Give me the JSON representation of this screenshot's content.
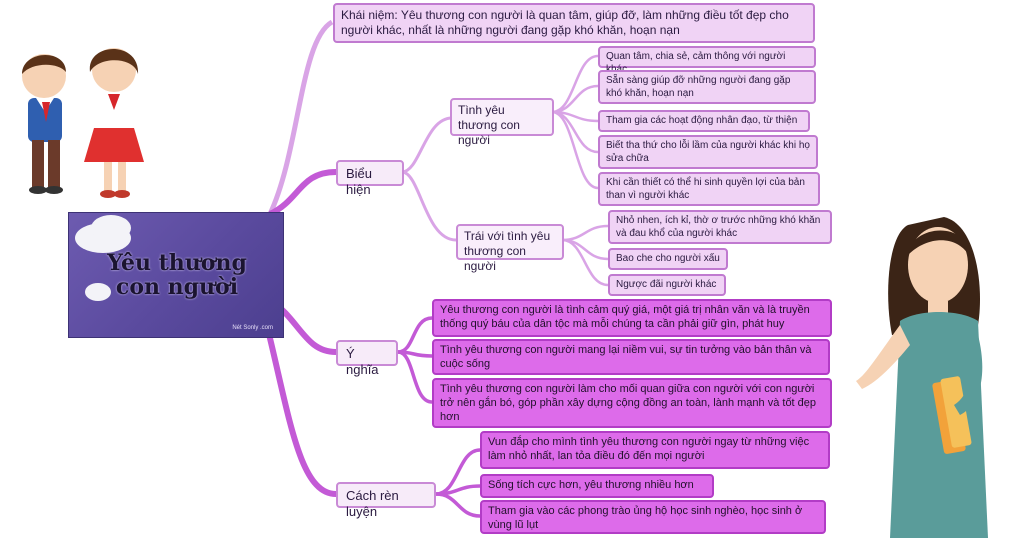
{
  "center": {
    "title_line1": "Yêu thương",
    "title_line2": "con người",
    "footnote": "Nét Sonly .com"
  },
  "concept": {
    "text": "Khái niệm: Yêu thương con người là quan tâm, giúp đỡ, làm những điều tốt đẹp cho người khác, nhất là những người đang gặp khó khăn, hoạn nạn"
  },
  "branches": {
    "bieu_hien": {
      "label": "Biểu hiện",
      "love": {
        "label": "Tình yêu thương con người",
        "items": [
          "Quan tâm, chia sẻ, cảm thông với người khác",
          "Sẵn sàng giúp đỡ những người đang gặp khó khăn, hoạn nạn",
          "Tham gia các hoạt động nhân đạo, từ thiện",
          "Biết tha thứ cho lỗi lầm của người khác khi họ sửa chữa",
          "Khi cần thiết có thể hi sinh quyền lợi của bản than vì người khác"
        ]
      },
      "against": {
        "label": "Trái với tình yêu thương con người",
        "items": [
          "Nhỏ nhen, ích kỉ, thờ ơ trước những khó khăn và đau khổ của người khác",
          "Bao che cho người xấu",
          "Ngược đãi người khác"
        ]
      }
    },
    "y_nghia": {
      "label": "Ý nghĩa",
      "items": [
        "Yêu thương con người là tình cảm quý giá, một giá trị nhân văn và là truyền thống quý báu của dân tộc mà mỗi chúng ta cần phải giữ gìn, phát huy",
        "Tình yêu thương con người mang lại niềm vui, sự tin tưởng vào bản thân và cuộc sống",
        "Tình yêu thương con người làm cho mối quan giữa con người với con người trở nên gắn bó, góp phần xây dựng cộng đồng an toàn, lành mạnh và tốt đẹp hơn"
      ]
    },
    "cach_ren_luyen": {
      "label": "Cách rèn luyện",
      "items": [
        "Vun đắp cho mình tình yêu thương con người ngay từ những việc làm nhỏ nhất, lan tỏa điều đó đến mọi người",
        "Sống tích cực hơn, yêu thương nhiều hơn",
        "Tham gia vào các phong trào ủng hộ học sinh nghèo, học sinh ở vùng lũ lụt"
      ]
    }
  },
  "colors": {
    "trunk": "#c35ad6",
    "branch_light": "#d9a4e6",
    "node_light": "#f0d3f5",
    "node_deep": "#dd6bea"
  },
  "illustrations": [
    "student-boy",
    "student-girl",
    "teacher"
  ]
}
